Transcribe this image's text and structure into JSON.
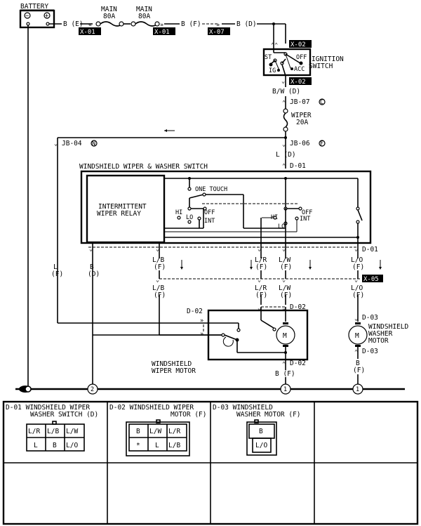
{
  "battery": {
    "label": "BATTERY",
    "neg": "−",
    "pos": "+"
  },
  "wires": {
    "b_e": "B (E)",
    "b_f": "B (F)",
    "b_d": "B (D)",
    "bw_d": "B/W (D)",
    "l_d": "L (D)",
    "l_f": [
      "L",
      "(F)"
    ],
    "b_d_vert": [
      "B",
      "(D)"
    ],
    "lb_f_1": [
      "L/B",
      "(F)"
    ],
    "lr_f_1": [
      "L/R",
      "(F)"
    ],
    "lw_f_1": [
      "L/W",
      "(F)"
    ],
    "lo_f_1": [
      "L/O",
      "(F)"
    ],
    "lb_f_2": [
      "L/B",
      "(F)"
    ],
    "lr_f_2": [
      "L/R",
      "(F)"
    ],
    "lw_f_2": [
      "L/W",
      "(F)"
    ],
    "lo_f_2": [
      "L/O",
      "(F)"
    ],
    "b_f_motor": "B (F)",
    "b_f_washer": [
      "B",
      "(F)"
    ]
  },
  "fuses": {
    "main1": [
      "MAIN",
      "80A"
    ],
    "main2": [
      "MAIN",
      "80A"
    ],
    "wiper": [
      "WIPER",
      "20A"
    ]
  },
  "connectors": {
    "x01a": "X-01",
    "x01b": "X-01",
    "x07": "X-07",
    "x02a": "X-02",
    "x02b": "X-02",
    "x05": "X-05",
    "jb07": "JB-07",
    "jb07_code": "C",
    "jb06": "JB-06",
    "jb06_code": "F",
    "jb04": "JB-04",
    "jb04_code": "N",
    "d01a": "D-01",
    "d01b": "D-01",
    "d02a": "D-02",
    "d02b": "D-02",
    "d02c": "D-02",
    "d03a": "D-03",
    "d03b": "D-03"
  },
  "ignition": {
    "title": [
      "IGNITION",
      "SWITCH"
    ],
    "st": "ST",
    "ig": "IG",
    "off": "OFF",
    "acc": "ACC"
  },
  "switch": {
    "title": "WINDSHIELD WIPER & WASHER SWITCH",
    "relay": [
      "INTERMITTENT",
      "WIPER RELAY"
    ],
    "one_touch": "ONE TOUCH",
    "hi1": "HI",
    "lo1": "LO",
    "off1": "OFF",
    "int1": "INT",
    "hi2": "HI",
    "lo2": "LO",
    "off2": "OFF",
    "int2": "INT"
  },
  "wiper_motor": {
    "label": [
      "WINDSHIELD",
      "WIPER MOTOR"
    ],
    "m": "M"
  },
  "washer_motor": {
    "label": [
      "WINDSHIELD",
      "WASHER",
      "MOTOR"
    ],
    "m": "M"
  },
  "grounds": [
    "2",
    "1",
    "1"
  ],
  "connector_table": [
    {
      "title": [
        "D-01 WINDSHIELD WIPER",
        "WASHER SWITCH (D)"
      ],
      "pins": [
        [
          "L/R",
          "L/B",
          "L/W"
        ],
        [
          "L",
          "B",
          "L/O"
        ]
      ]
    },
    {
      "title": [
        "D-02 WINDSHIELD WIPER",
        "MOTOR (F)"
      ],
      "pins": [
        [
          "B",
          "L/W",
          "L/R"
        ],
        [
          "*",
          "L",
          "L/B"
        ]
      ]
    },
    {
      "title": [
        "D-03 WINDSHIELD",
        "WASHER MOTOR (F)"
      ],
      "pins": [
        [
          "B"
        ],
        [
          "L/O"
        ]
      ]
    },
    {
      "title": [
        "",
        ""
      ],
      "pins": []
    }
  ]
}
